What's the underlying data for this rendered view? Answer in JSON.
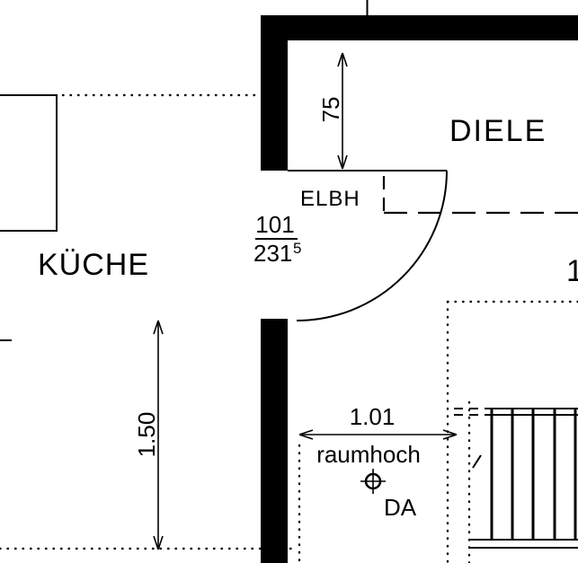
{
  "rooms": {
    "kitchen": "KÜCHE",
    "hall": "DIELE",
    "adjacent_partial": "1"
  },
  "door": {
    "width": "101",
    "height": "231",
    "height_sup": "5",
    "lintel_label": "ELBH"
  },
  "dimensions": {
    "lintel_height": "75",
    "kitchen_wall": "1.50",
    "opening_width": "1.01"
  },
  "annotations": {
    "opening_note": "raumhoch",
    "drain_label": "DA"
  },
  "colors": {
    "ink": "#000000",
    "background": "#ffffff"
  }
}
